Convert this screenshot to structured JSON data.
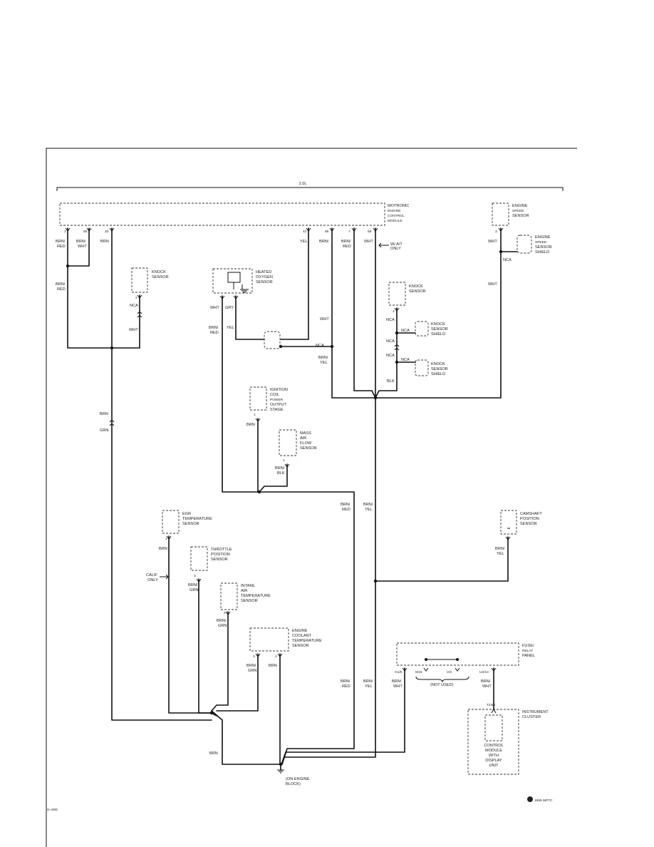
{
  "engine": "2.0L",
  "ecm": {
    "lines": [
      "MOTRONIC",
      "ENGINE",
      "CONTROL",
      "MODULE"
    ],
    "pins": [
      "1",
      "55",
      "33",
      "42",
      "56",
      "7",
      "58"
    ]
  },
  "ecm_wires": {
    "p1": [
      "BRN/",
      "RED"
    ],
    "p55": [
      "BRN/",
      "WHT"
    ],
    "p33": "BRN",
    "p42": "YEL",
    "p56": "BRN/",
    "p7": [
      "BRN/",
      "RED"
    ],
    "p58": "WHT"
  },
  "at_note": [
    "W/ A/T",
    "ONLY"
  ],
  "engine_speed_sensor": {
    "lines": [
      "ENGINE",
      "SPEED",
      "SENSOR"
    ],
    "pin": "3",
    "wire": "WHT",
    "wire2": "WHT",
    "nca": "NCA"
  },
  "engine_speed_shield": [
    "ENGINE",
    "SPEED",
    "SENSOR",
    "SHIELD"
  ],
  "left_wire": [
    "BRN/",
    "RED"
  ],
  "knock_sensor_1": {
    "lines": [
      "KNOCK",
      "SENSOR"
    ],
    "pin": "2",
    "nca": "NCA",
    "wire": "WHT"
  },
  "oxygen_sensor": {
    "lines": [
      "HEATED",
      "OXYGEN",
      "SENSOR"
    ],
    "wire_wht": "WHT",
    "wire_gry": "GRY",
    "wire_brnred": [
      "BRN/",
      "RED"
    ],
    "wire_yel": "YEL"
  },
  "mid_wires": {
    "wht": "WHT",
    "nca": "NCA",
    "brnyel": [
      "BRN/",
      "YEL"
    ]
  },
  "knock_sensor_2": {
    "lines": [
      "KNOCK",
      "SENSOR"
    ],
    "pin": "3",
    "nca1": "NCA",
    "nca2": "NCA",
    "nca3": "NCA",
    "nca4": "NCA",
    "blk": "BLK"
  },
  "knock_shield_1": [
    "KNOCK",
    "SENSOR",
    "SHIELD"
  ],
  "knock_shield_2": [
    "KNOCK",
    "SENSOR",
    "SHIELD"
  ],
  "ignition_coil": {
    "lines": [
      "IGNITION",
      "COIL",
      "POWER",
      "OUTPUT",
      "STAGE"
    ],
    "pin": "1",
    "wire": "BRN"
  },
  "maf_sensor": {
    "lines": [
      "MASS",
      "AIR",
      "FLOW",
      "SENSOR"
    ],
    "pin": "1",
    "wire": [
      "BRN/",
      "BLK"
    ]
  },
  "brn_grn_left": [
    "BRN",
    "GRN"
  ],
  "vertical_labels": {
    "brnred_a": [
      "BRN/",
      "RED"
    ],
    "brnyel_a": [
      "BRN/",
      "YEL"
    ],
    "brnred_b": [
      "BRN/",
      "RED"
    ],
    "brnyel_b": [
      "BRN/",
      "YEL"
    ]
  },
  "egr_sensor": {
    "lines": [
      "EGR",
      "TEMPERATURE",
      "SENSOR"
    ],
    "pin": "1",
    "wire": "BRN"
  },
  "throttle_sensor": {
    "lines": [
      "THROTTLE",
      "POSITION",
      "SENSOR"
    ],
    "pin": "3",
    "wire": [
      "BRN/",
      "GRN"
    ]
  },
  "calif_note": [
    "CALIF",
    "ONLY"
  ],
  "intake_sensor": {
    "lines": [
      "INTAKE",
      "AIR",
      "TEMPERATURE",
      "SENSOR"
    ],
    "pin": "2",
    "wire": [
      "BRN/",
      "GRN"
    ]
  },
  "coolant_sensor": {
    "lines": [
      "ENGINE",
      "COOLANT",
      "TEMPERATURE",
      "SENSOR"
    ],
    "pin3": "3",
    "pin2": "2",
    "wire3": [
      "BRN/",
      "GRN"
    ],
    "wire2": "BRN"
  },
  "camshaft_sensor": {
    "lines": [
      "CAMSHAFT",
      "POSITION",
      "SENSOR"
    ],
    "wire": [
      "BRN/",
      "YEL"
    ]
  },
  "fuse_panel": {
    "lines": [
      "FUSE/",
      "RELAY",
      "PANEL"
    ],
    "pins": [
      "G1/5",
      "M16",
      "V/2",
      "U2/13"
    ],
    "not_used": "(NOT USED)",
    "wire_left": [
      "BRN/",
      "WHT"
    ],
    "wire_right": [
      "BRN/",
      "WHT"
    ]
  },
  "cluster": {
    "lines": [
      "INSTRUMENT",
      "CLUSTER"
    ],
    "pin": "T23/5",
    "module": [
      "CONTROL",
      "MODULE",
      "WITH",
      "DISPLAY",
      "UNIT"
    ]
  },
  "ground": {
    "wire": "BRN",
    "note": [
      "(ON ENGINE",
      "BLOCK)"
    ]
  },
  "footer": {
    "figure_id": "G-4/96",
    "copyright": "1995 MPTC"
  }
}
